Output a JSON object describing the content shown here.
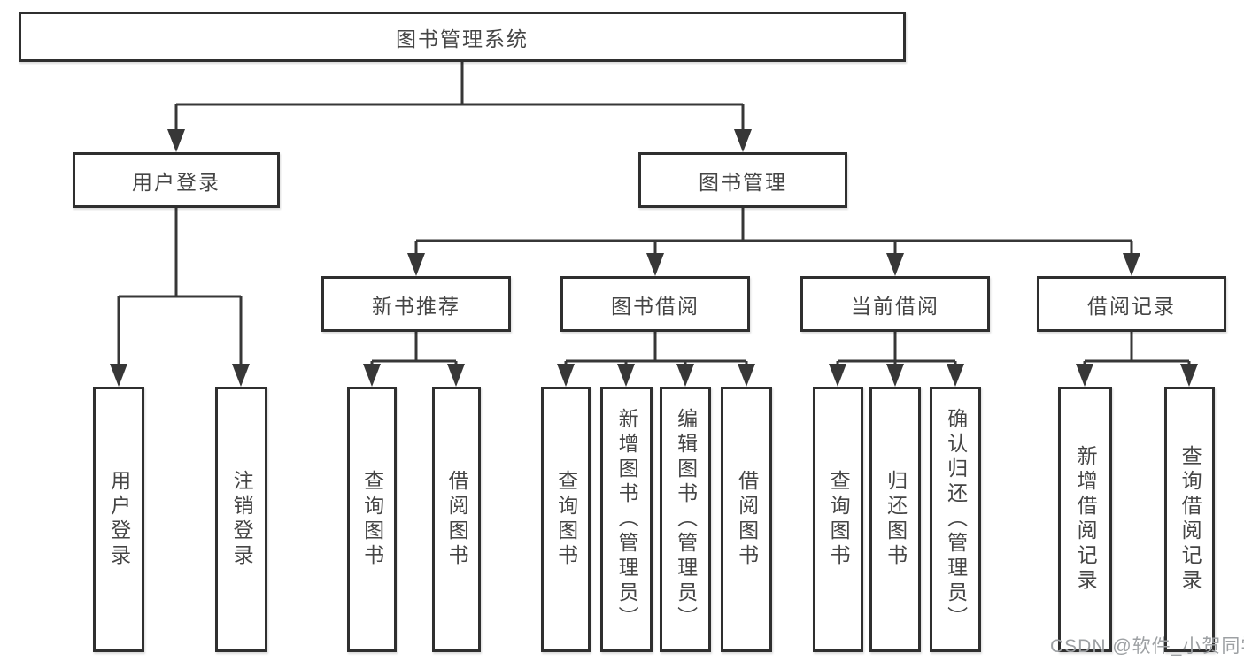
{
  "colors": {
    "background": "#ffffff",
    "line": "#373737",
    "box_border": "#2f2f2f",
    "box_background": "#ffffff",
    "text": "#454545",
    "watermark": "#9da0a3"
  },
  "watermark": {
    "text": "CSDN @软件_小贺同学"
  },
  "tree": {
    "label": "图书管理系统",
    "children": [
      {
        "label": "用户登录",
        "children": [
          {
            "label": "用户登录"
          },
          {
            "label": "注销登录"
          }
        ]
      },
      {
        "label": "图书管理",
        "children": [
          {
            "label": "新书推荐",
            "children": [
              {
                "label": "查询图书"
              },
              {
                "label": "借阅图书"
              }
            ]
          },
          {
            "label": "图书借阅",
            "children": [
              {
                "label": "查询图书"
              },
              {
                "label": "新增图书（管理员）"
              },
              {
                "label": "编辑图书（管理员）"
              },
              {
                "label": "借阅图书"
              }
            ]
          },
          {
            "label": "当前借阅",
            "children": [
              {
                "label": "查询图书"
              },
              {
                "label": "归还图书"
              },
              {
                "label": "确认归还（管理员）"
              }
            ]
          },
          {
            "label": "借阅记录",
            "children": [
              {
                "label": "新增借阅记录"
              },
              {
                "label": "查询借阅记录"
              }
            ]
          }
        ]
      }
    ]
  }
}
